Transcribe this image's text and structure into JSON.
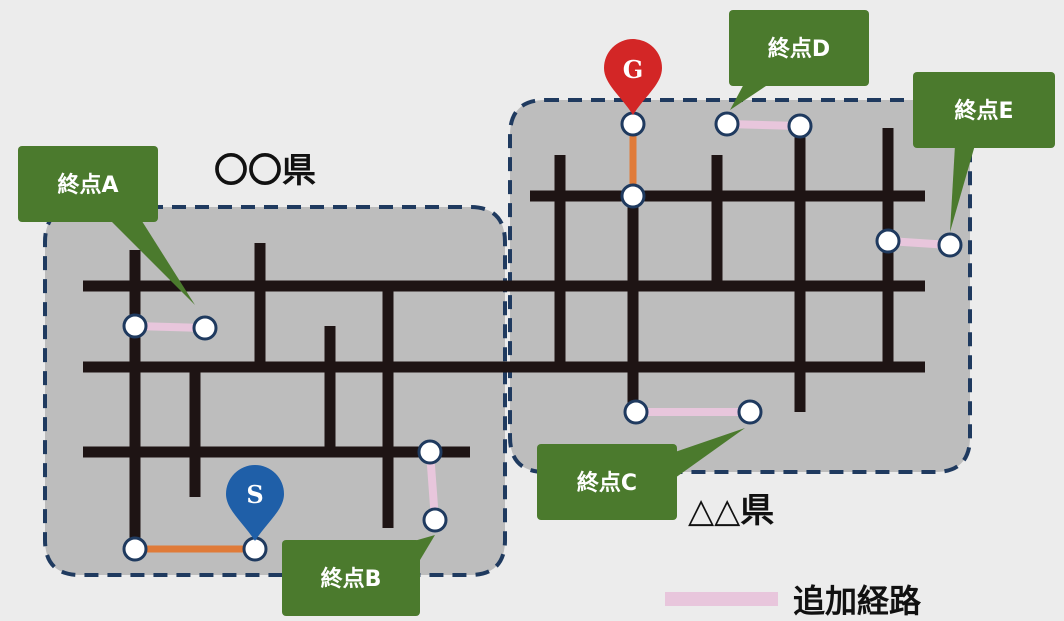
{
  "regions": {
    "left_prefecture": "〇〇県",
    "right_prefecture": "△△県"
  },
  "endpoints": {
    "a": "終点A",
    "b": "終点B",
    "c": "終点C",
    "d": "終点D",
    "e": "終点E"
  },
  "markers": {
    "start": "S",
    "goal": "G"
  },
  "legend": {
    "added_route": "追加経路"
  },
  "colors": {
    "road": "#1e1414",
    "region_fill": "#bdbdbd",
    "region_border": "#1f3a5f",
    "callout": "#4b7a2d",
    "added_route": "#e8c6dc",
    "main_route": "#e07b39",
    "start_pin": "#1f5fa8",
    "goal_pin": "#d32626"
  }
}
